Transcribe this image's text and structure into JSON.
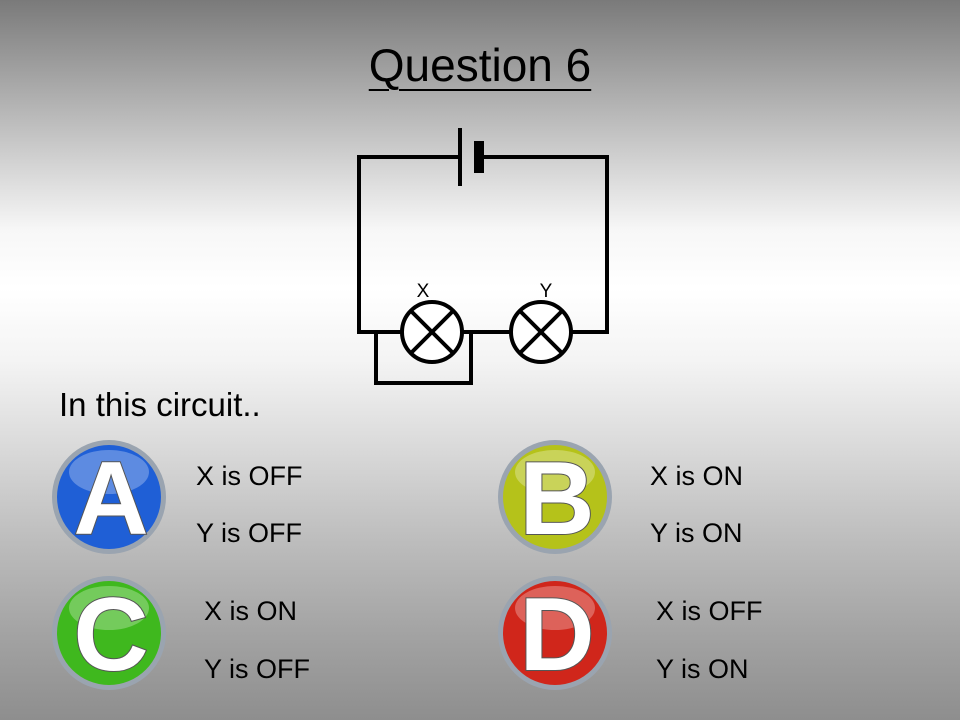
{
  "title": "Question 6",
  "circuit": {
    "lamp_x_label": "X",
    "lamp_y_label": "Y"
  },
  "prompt": "In this circuit..",
  "options": [
    {
      "letter": "A",
      "color": "#1f5fd6",
      "line1": "X is OFF",
      "line2": "Y is OFF"
    },
    {
      "letter": "B",
      "color": "#b5c21a",
      "line1": "X is ON",
      "line2": "Y is ON"
    },
    {
      "letter": "C",
      "color": "#3fb81e",
      "line1": "X is ON",
      "line2": "Y is OFF"
    },
    {
      "letter": "D",
      "color": "#d0261b",
      "line1": "X is OFF",
      "line2": "Y is ON"
    }
  ]
}
